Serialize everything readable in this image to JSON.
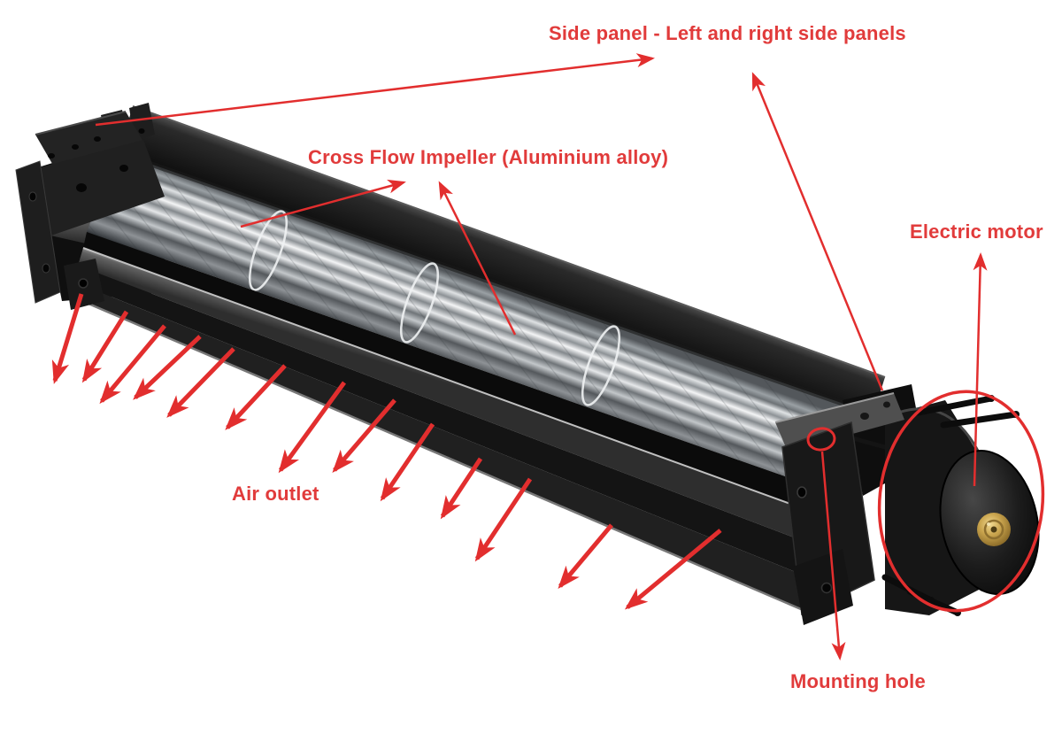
{
  "diagram": {
    "labels": {
      "side_panel": "Side panel - Left and right side panels",
      "impeller": "Cross Flow Impeller (Aluminium alloy)",
      "electric_motor": "Electric motor",
      "air_outlet": "Air outlet",
      "mounting_hole": "Mounting hole"
    },
    "colors": {
      "annotation_text": "#e13b3b",
      "annotation_arrow": "#e22e2e",
      "background": "#ffffff",
      "housing_black": "#1a1a1a",
      "impeller_metal": "#e6e8ea",
      "motor_cap_gold": "#caa54e"
    }
  }
}
